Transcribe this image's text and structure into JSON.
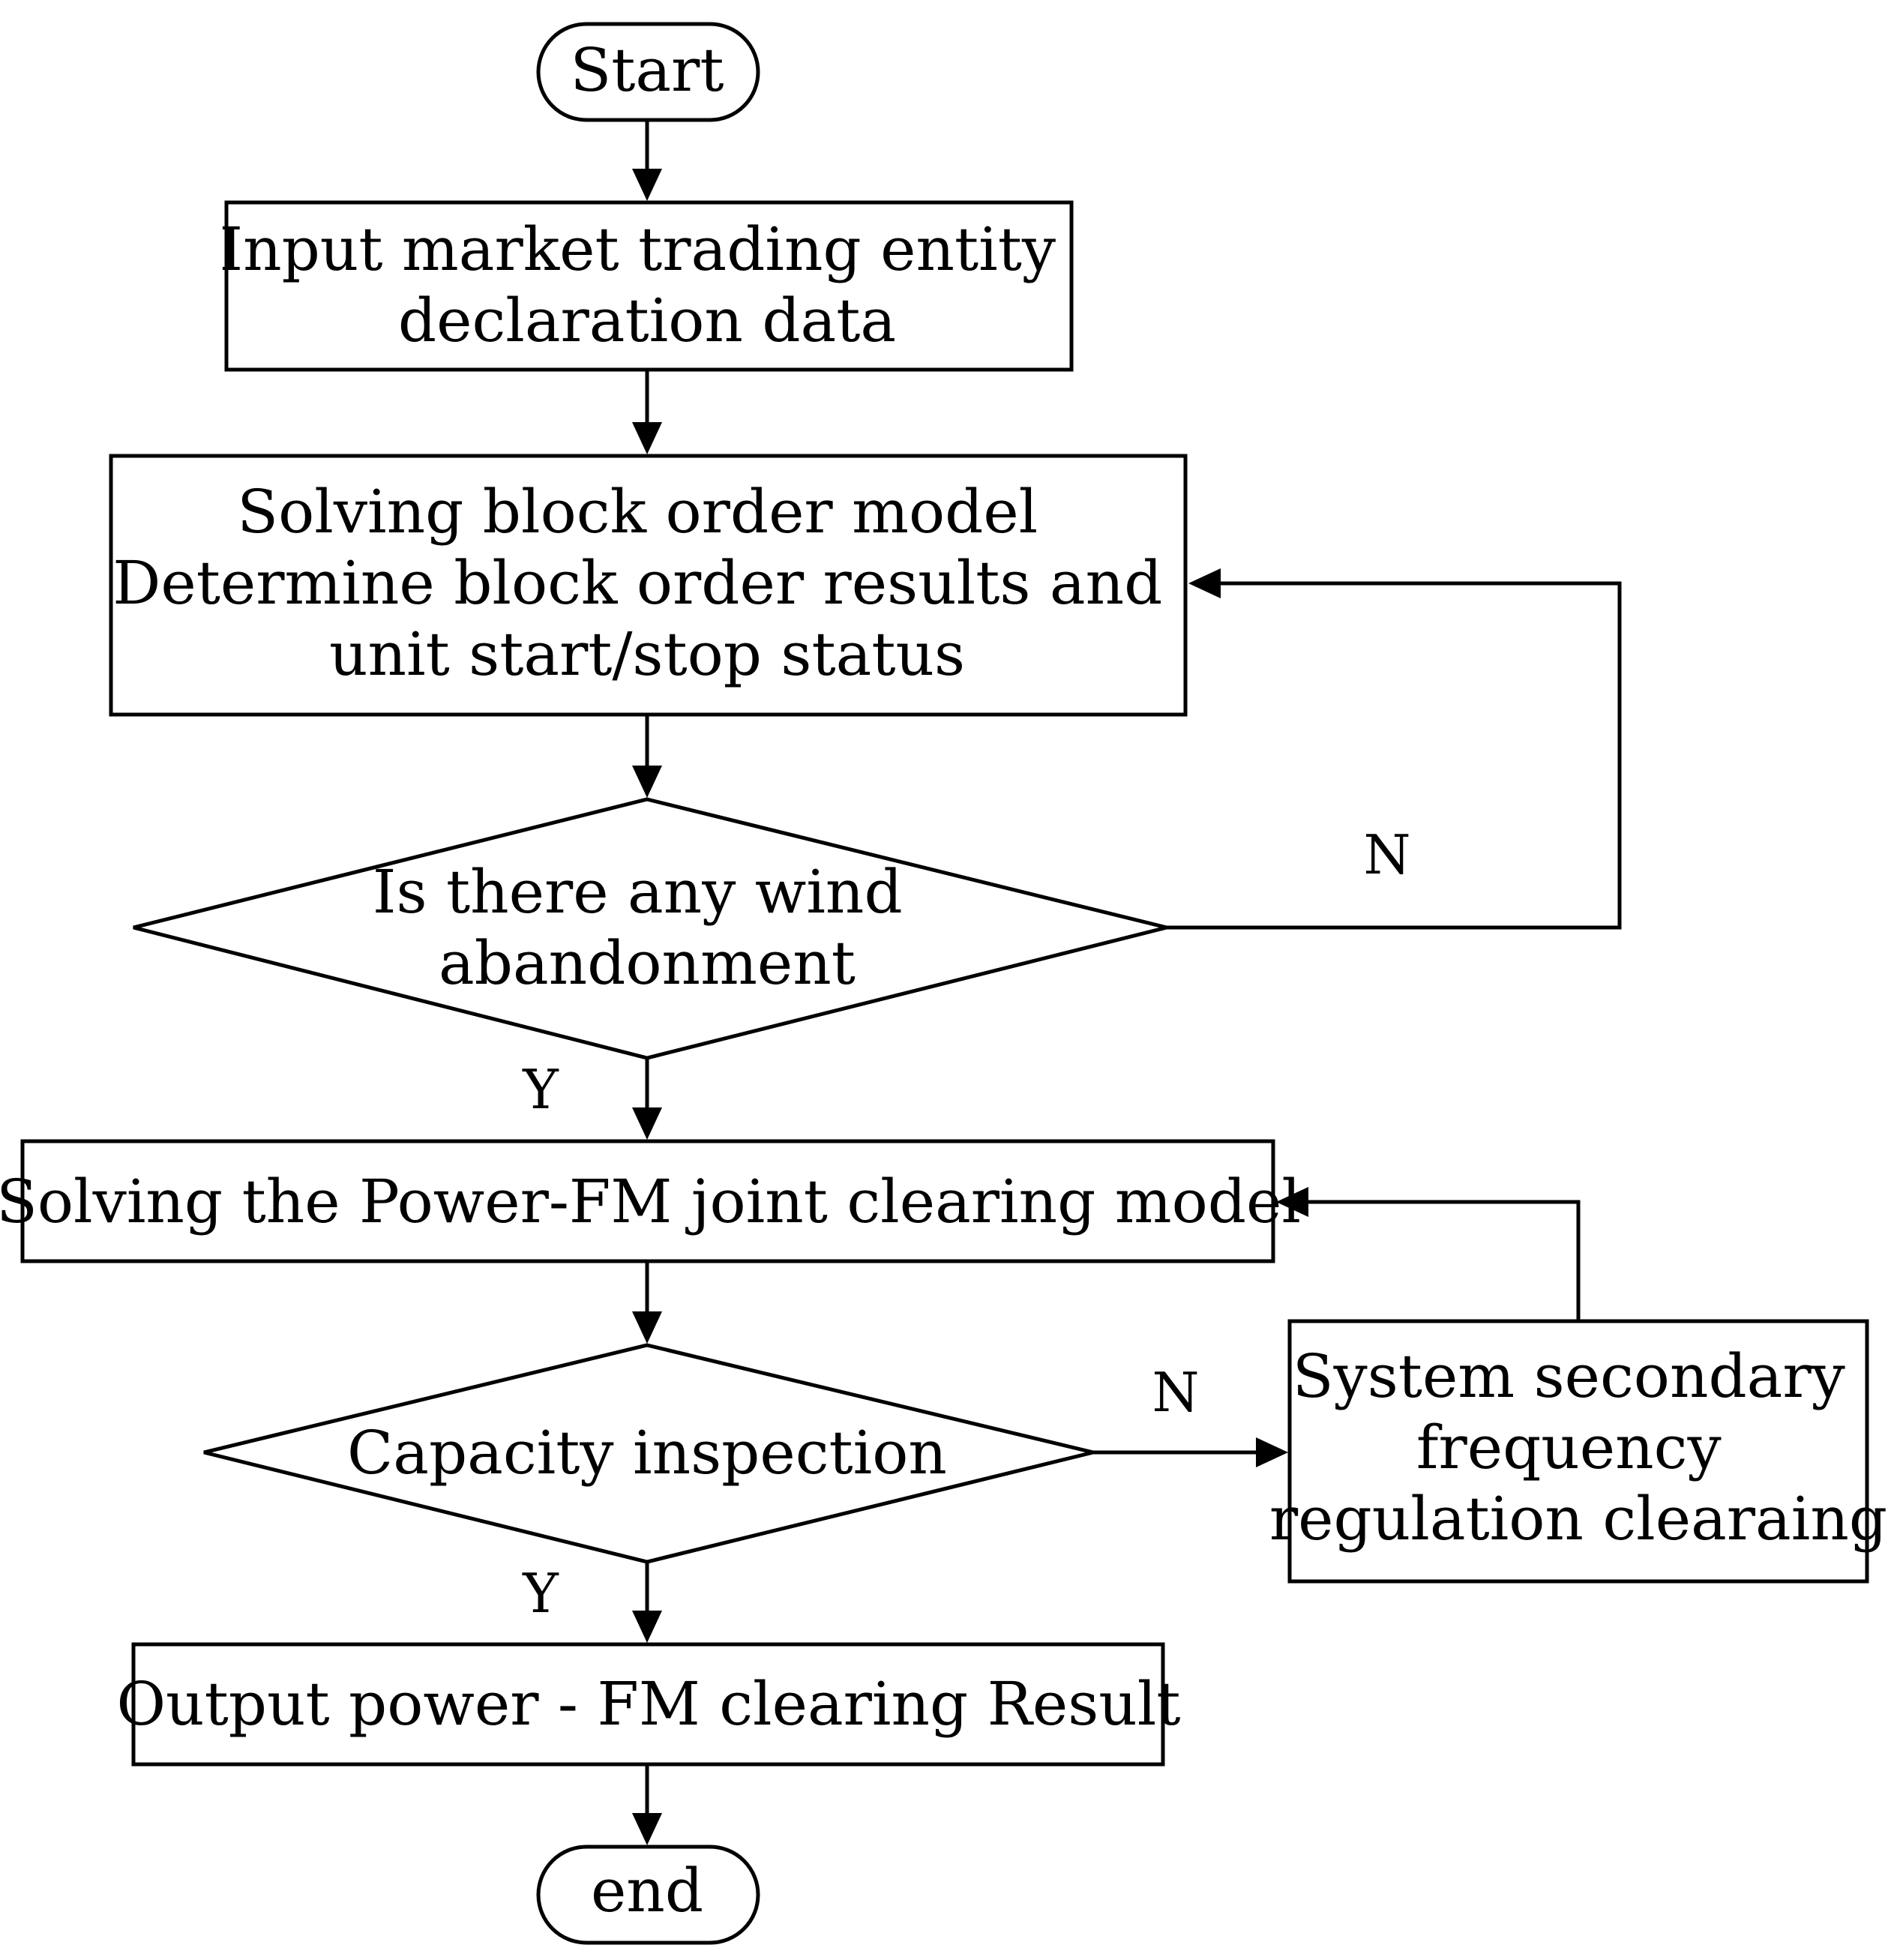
{
  "nodes": {
    "start": {
      "lines": [
        "Start"
      ]
    },
    "input": {
      "lines": [
        "Input market trading entity",
        "declaration data"
      ]
    },
    "block_order": {
      "lines": [
        "Solving block order model",
        "Determine block order results and",
        "unit start/stop status"
      ]
    },
    "wind_decision": {
      "lines": [
        "Is there any wind",
        "abandonment"
      ]
    },
    "joint_clearing": {
      "lines": [
        "Solving the Power-FM joint clearing model"
      ]
    },
    "capacity_decision": {
      "lines": [
        "Capacity inspection"
      ]
    },
    "secondary_fm": {
      "lines": [
        "System secondary",
        "frequency",
        "regulation clearaing"
      ]
    },
    "output": {
      "lines": [
        "Output power - FM clearing Result"
      ]
    },
    "end": {
      "lines": [
        "end"
      ]
    }
  },
  "branch_labels": {
    "wind_no": "N",
    "wind_yes": "Y",
    "capacity_no": "N",
    "capacity_yes": "Y"
  },
  "colors": {
    "stroke": "#000000",
    "fill": "#ffffff",
    "text": "#000000"
  }
}
